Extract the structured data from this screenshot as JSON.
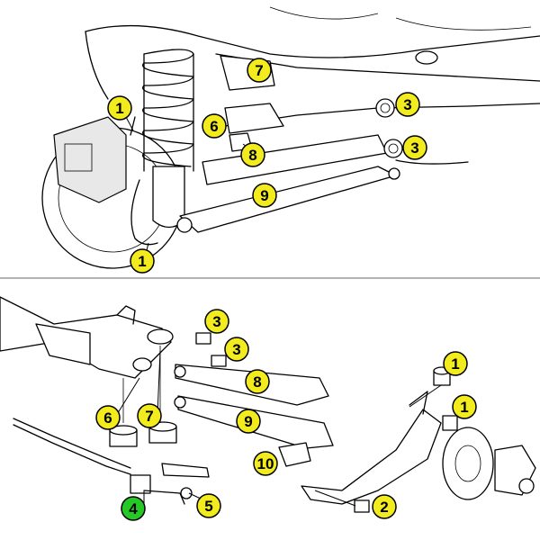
{
  "diagram": {
    "callout_fill": "#f2ec1f",
    "callout_fill_alt": "#26c826",
    "divider_color": "#888888",
    "callouts": [
      {
        "label": "1"
      },
      {
        "label": "1"
      },
      {
        "label": "3"
      },
      {
        "label": "3"
      },
      {
        "label": "6"
      },
      {
        "label": "7"
      },
      {
        "label": "8"
      },
      {
        "label": "9"
      },
      {
        "label": "3"
      },
      {
        "label": "3"
      },
      {
        "label": "8"
      },
      {
        "label": "9"
      },
      {
        "label": "6"
      },
      {
        "label": "7"
      },
      {
        "label": "1"
      },
      {
        "label": "1"
      },
      {
        "label": "10"
      },
      {
        "label": "2"
      },
      {
        "label": "4"
      },
      {
        "label": "5"
      }
    ]
  }
}
